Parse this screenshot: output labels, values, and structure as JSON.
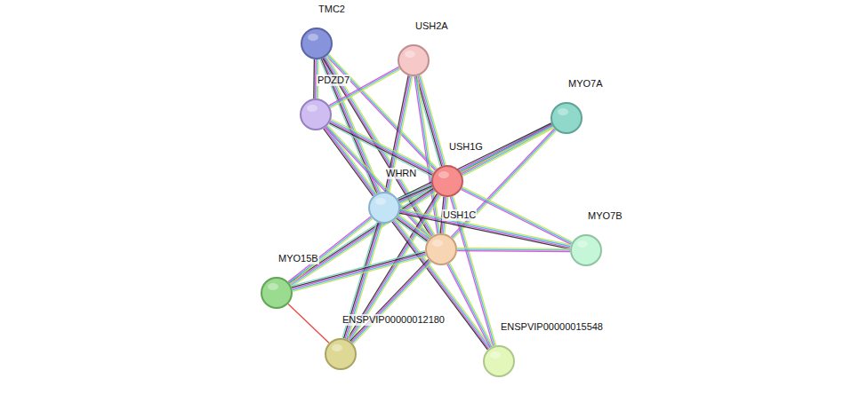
{
  "diagram": {
    "nodes": [
      {
        "text": [
          "TMC2"
        ]
      },
      {
        "text": [
          "USH2A"
        ]
      },
      {
        "text": [
          "PDZD7"
        ]
      },
      {
        "text": [
          "MYO7A"
        ]
      },
      {
        "text": [
          "USH1G"
        ]
      },
      {
        "text": [
          "WHRN"
        ]
      },
      {
        "text": [
          "USH1C"
        ]
      },
      {
        "text": [
          "MYO7B"
        ]
      },
      {
        "text": [
          "MYO15B"
        ]
      },
      {
        "text": [
          "ENSPVIP00000012180"
        ]
      },
      {
        "text": [
          "ENSPVIP00000015548"
        ]
      }
    ],
    "edges": [
      {
        "from": 0,
        "to": 2,
        "arrow": "none"
      },
      {
        "from": 0,
        "to": 4,
        "arrow": "none"
      },
      {
        "from": 0,
        "to": 5,
        "arrow": "none"
      },
      {
        "from": 0,
        "to": 6,
        "arrow": "none"
      },
      {
        "from": 1,
        "to": 2,
        "arrow": "none"
      },
      {
        "from": 1,
        "to": 4,
        "arrow": "none"
      },
      {
        "from": 1,
        "to": 5,
        "arrow": "none"
      },
      {
        "from": 1,
        "to": 6,
        "arrow": "none"
      },
      {
        "from": 2,
        "to": 4,
        "arrow": "none"
      },
      {
        "from": 2,
        "to": 5,
        "arrow": "none"
      },
      {
        "from": 2,
        "to": 6,
        "arrow": "none"
      },
      {
        "from": 3,
        "to": 4,
        "arrow": "none"
      },
      {
        "from": 3,
        "to": 5,
        "arrow": "none"
      },
      {
        "from": 3,
        "to": 6,
        "arrow": "none"
      },
      {
        "from": 4,
        "to": 5,
        "arrow": "none"
      },
      {
        "from": 4,
        "to": 6,
        "arrow": "none"
      },
      {
        "from": 4,
        "to": 7,
        "arrow": "none"
      },
      {
        "from": 4,
        "to": 8,
        "arrow": "none"
      },
      {
        "from": 4,
        "to": 9,
        "arrow": "none"
      },
      {
        "from": 4,
        "to": 10,
        "arrow": "none"
      },
      {
        "from": 5,
        "to": 6,
        "arrow": "none"
      },
      {
        "from": 5,
        "to": 7,
        "arrow": "none"
      },
      {
        "from": 5,
        "to": 8,
        "arrow": "none"
      },
      {
        "from": 5,
        "to": 9,
        "arrow": "none"
      },
      {
        "from": 5,
        "to": 10,
        "arrow": "none"
      },
      {
        "from": 6,
        "to": 7,
        "arrow": "none"
      },
      {
        "from": 6,
        "to": 8,
        "arrow": "none"
      },
      {
        "from": 6,
        "to": 9,
        "arrow": "none"
      },
      {
        "from": 6,
        "to": 10,
        "arrow": "none"
      },
      {
        "from": 8,
        "to": 9,
        "arrow": "none"
      }
    ]
  }
}
